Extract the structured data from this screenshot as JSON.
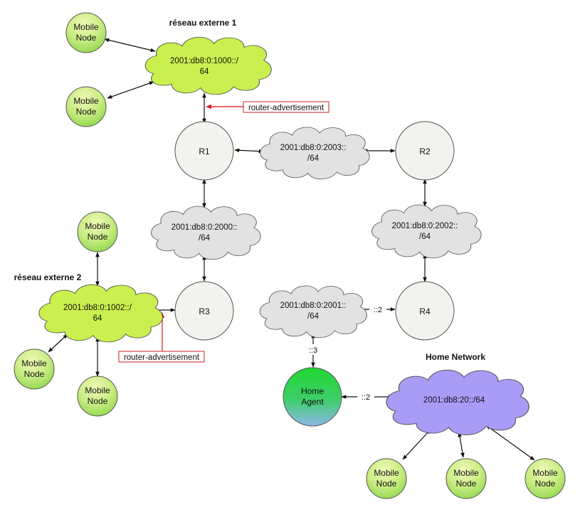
{
  "titles": {
    "ext1": "réseau externe 1",
    "ext2": "réseau externe 2",
    "home": "Home Network"
  },
  "clouds": {
    "ext1": {
      "line1": "2001:db8:0:1000::/",
      "line2": "64"
    },
    "ext2": {
      "line1": "2001:db8:0:1002::/",
      "line2": "64"
    },
    "net2003": {
      "line1": "2001:db8:0:2003::",
      "line2": "/64"
    },
    "net2000": {
      "line1": "2001:db8:0:2000::",
      "line2": "/64"
    },
    "net2002": {
      "line1": "2001:db8:0:2002::",
      "line2": "/64"
    },
    "net2001": {
      "line1": "2001:db8:0:2001::",
      "line2": "/64"
    },
    "home": {
      "line1": "2001:db8:20::/64"
    }
  },
  "routers": {
    "r1": "R1",
    "r2": "R2",
    "r3": "R3",
    "r4": "R4"
  },
  "mobile_node": {
    "line1": "Mobile",
    "line2": "Node"
  },
  "home_agent": {
    "line1": "Home",
    "line2": "Agent"
  },
  "interfaces": {
    "r4_if": "::2",
    "ha_up": "::3",
    "ha_home": "::2"
  },
  "router_advertisement": "router-advertisement",
  "colors": {
    "mobile_fill_top": "#e8f7a0",
    "mobile_fill_bottom": "#9fdc56",
    "external_cloud": "#c9f04e",
    "transit_cloud": "#e2e2e2",
    "home_cloud": "#a99cf6",
    "router_fill": "#f2f2ee",
    "home_agent_top": "#22d63a",
    "home_agent_bottom": "#7cc0e0",
    "ra_red": "#dd1111"
  }
}
